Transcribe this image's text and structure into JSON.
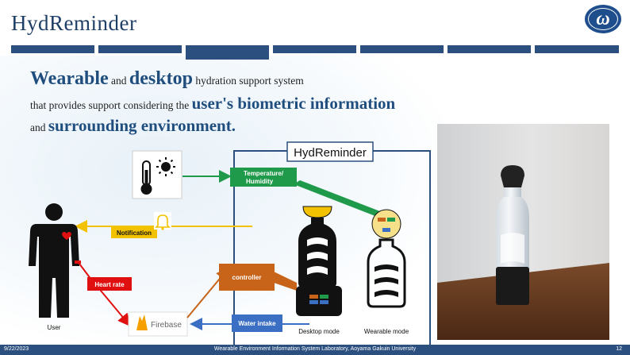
{
  "header": {
    "title": "HydReminder",
    "logo_glyph": "ω"
  },
  "headline": {
    "w1": "Wearable",
    "t1": " and ",
    "w2": "desktop",
    "t2": " hydration support system",
    "t3": "that provides support considering the ",
    "w3": "user's biometric information",
    "t4": "and ",
    "w4": "surrounding environment."
  },
  "diagram": {
    "system_title": "HydReminder",
    "temp_label_1": "Temperature/",
    "temp_label_2": "Humidity",
    "notification": "Notification",
    "heart_rate": "Heart rate",
    "controller": "controller",
    "water_intake": "Water intake",
    "firebase": "Firebase",
    "user": "User",
    "desktop_mode": "Desktop mode",
    "wearable_mode": "Wearable mode"
  },
  "colors": {
    "title": "#1f3f66",
    "bar": "#2b4f7e",
    "green": "#1f9a4a",
    "yellow": "#f2c200",
    "red": "#e01010",
    "orange": "#c8641a",
    "blue": "#3a6fc4"
  },
  "footer": {
    "date": "9/22/2023",
    "center": "Wearable Environment  Information System Laboratory, Aoyama Gakuin University",
    "page": "12"
  }
}
